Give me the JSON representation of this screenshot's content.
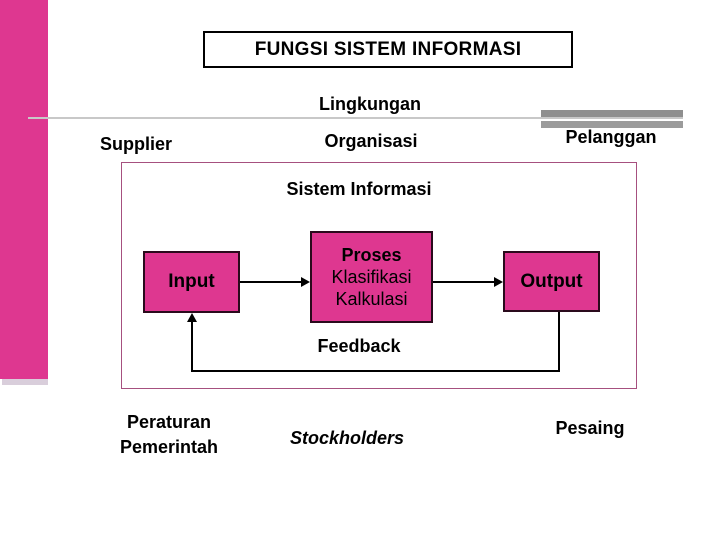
{
  "slide": {
    "title": "FUNGSI SISTEM INFORMASI",
    "environment": {
      "label": "Lingkungan"
    },
    "actors": {
      "supplier": "Supplier",
      "organization": "Organisasi",
      "customer": "Pelanggan"
    },
    "system": {
      "label": "Sistem Informasi",
      "input": "Input",
      "process_line1": "Proses",
      "process_line2": "Klasifikasi",
      "process_line3": "Kalkulasi",
      "output": "Output",
      "feedback": "Feedback"
    },
    "external": {
      "regulation_line1": "Peraturan",
      "regulation_line2": "Pemerintah",
      "stockholders": "Stockholders",
      "competitor": "Pesaing"
    },
    "colors": {
      "accent_pink": "#de3790",
      "frame_border": "#a6507f",
      "box_border": "#2a0a1c",
      "gray_bar_dark": "#8f8f8f",
      "gray_bar_light": "#9b9b9b",
      "divider_line": "#c8c8c8",
      "bar_shadow": "#d9cedb"
    }
  }
}
